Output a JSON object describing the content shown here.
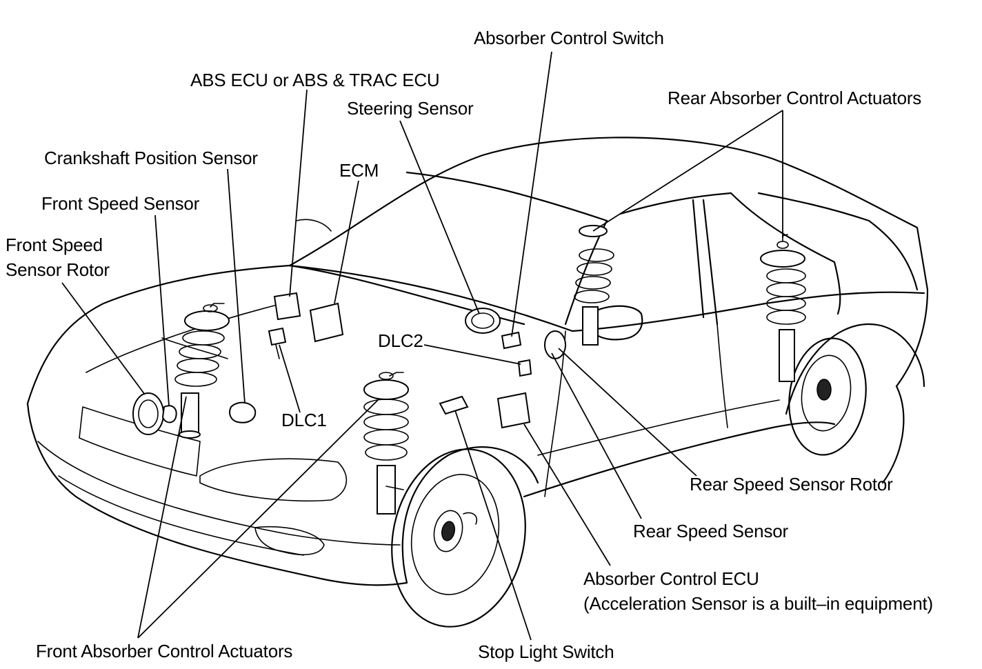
{
  "labels": {
    "absorber_control_switch": "Absorber Control Switch",
    "abs_ecu": "ABS ECU or ABS & TRAC ECU",
    "steering_sensor": "Steering Sensor",
    "rear_absorber_control_actuators": "Rear Absorber Control Actuators",
    "crankshaft_position_sensor": "Crankshaft Position Sensor",
    "ecm": "ECM",
    "front_speed_sensor": "Front Speed Sensor",
    "front_speed_sensor_rotor": "Front Speed\nSensor Rotor",
    "dlc2": "DLC2",
    "dlc1": "DLC1",
    "rear_speed_sensor_rotor": "Rear Speed Sensor Rotor",
    "rear_speed_sensor": "Rear Speed Sensor",
    "absorber_control_ecu": "Absorber Control ECU\n(Acceleration Sensor is a built–in equipment)",
    "front_absorber_control_actuators": "Front Absorber Control Actuators",
    "stop_light_switch": "Stop Light Switch"
  }
}
